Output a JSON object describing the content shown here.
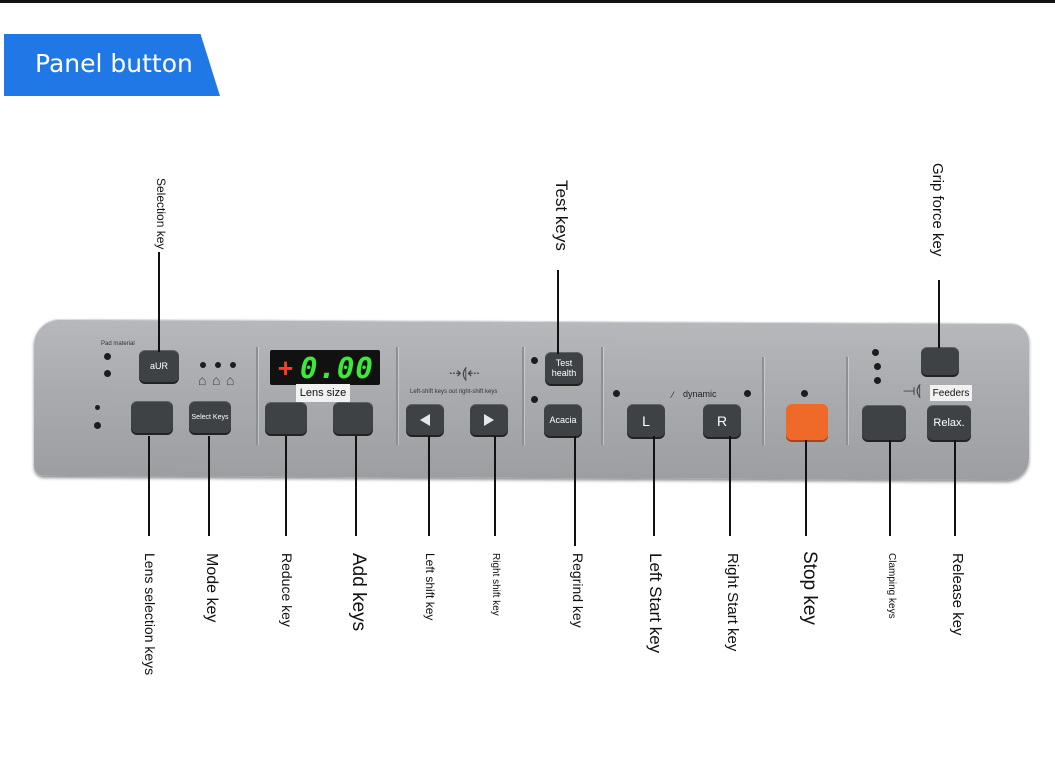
{
  "header": {
    "title": "Panel button"
  },
  "panel": {
    "pad_material": "Pad material",
    "lens_size": "Lens size",
    "display_sign": "+",
    "display_value": "0.00",
    "shift_caption": "Left-shift keys out right-shift keys",
    "dynamic": "dynamic",
    "feeders": "Feeders",
    "buttons": {
      "selection": "aUR",
      "mode": "Select Keys",
      "test": "Test health",
      "regrind": "Acacia",
      "left_start": "L",
      "right_start": "R",
      "release": "Relax."
    }
  },
  "callouts": {
    "selection_key": "Selection key",
    "test_keys": "Test keys",
    "grip_force_key": "Grip force key",
    "lens_selection_keys": "Lens selection keys",
    "mode_key": "Mode key",
    "reduce_key": "Reduce key",
    "add_keys": "Add keys",
    "left_shift_key": "Left shift key",
    "right_shift_key": "Right shift key",
    "regrind_key": "Regrind key",
    "left_start_key": "Left Start key",
    "right_start_key": "Right Start key",
    "stop_key": "Stop key",
    "clamping_keys": "Clamping keys",
    "release_key": "Release key"
  },
  "colors": {
    "banner": "#1f78e6",
    "stop_button": "#ef6a28",
    "display_digits": "#3be83b"
  }
}
